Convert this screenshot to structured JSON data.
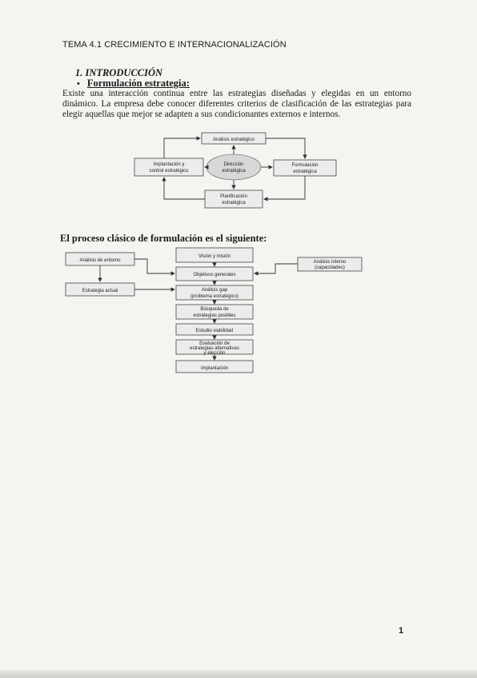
{
  "header": {
    "title": "TEMA 4.1 CRECIMIENTO E INTERNACIONALIZACIÓN"
  },
  "section": {
    "heading": "1.  INTRODUCCIÓN",
    "bullet_marker": "•",
    "bullet": "Formulación estrategia:",
    "paragraph": "Existe una interacción continua entre las estrategias diseñadas y elegidas en un entorno dinámico. La empresa debe conocer diferentes criterios de clasificación de las estrategias para elegir aquellas que mejor se adapten a sus condicionantes externos e internos."
  },
  "diagram1": {
    "top": "Análisis estratégico",
    "center_line1": "Dirección",
    "center_line2": "estratégica",
    "left_line1": "Implantación y",
    "left_line2": "control estratégico",
    "right_line1": "Formulación",
    "right_line2": "estratégica",
    "bottom_line1": "Planificación",
    "bottom_line2": "estratégica"
  },
  "process": {
    "title": "El proceso clásico de formulación es el siguiente:",
    "entorno": "Análisis de entorno",
    "actual": "Estrategia actual",
    "interno_line1": "Análisis interno",
    "interno_line2": "(capacidades)",
    "vision": "Visión y misión",
    "objetivos": "Objetivos generales",
    "gap_line1": "Análisis gap",
    "gap_line2": "(problema estratégico)",
    "busqueda_line1": "Búsqueda de",
    "busqueda_line2": "estrategias posibles",
    "viabilidad": "Estudio viabilidad",
    "evaluacion_line1": "Evaluación de",
    "evaluacion_line2": "estrategias alternativas",
    "evaluacion_line3": "y elección",
    "implantacion": "Implantación"
  },
  "footer": {
    "page_number": "1"
  },
  "colors": {
    "paper": "#f4f4f1",
    "ink": "#1a1a1a",
    "box_fill": "#ececec",
    "ellipse_fill": "#d7d7d7"
  }
}
